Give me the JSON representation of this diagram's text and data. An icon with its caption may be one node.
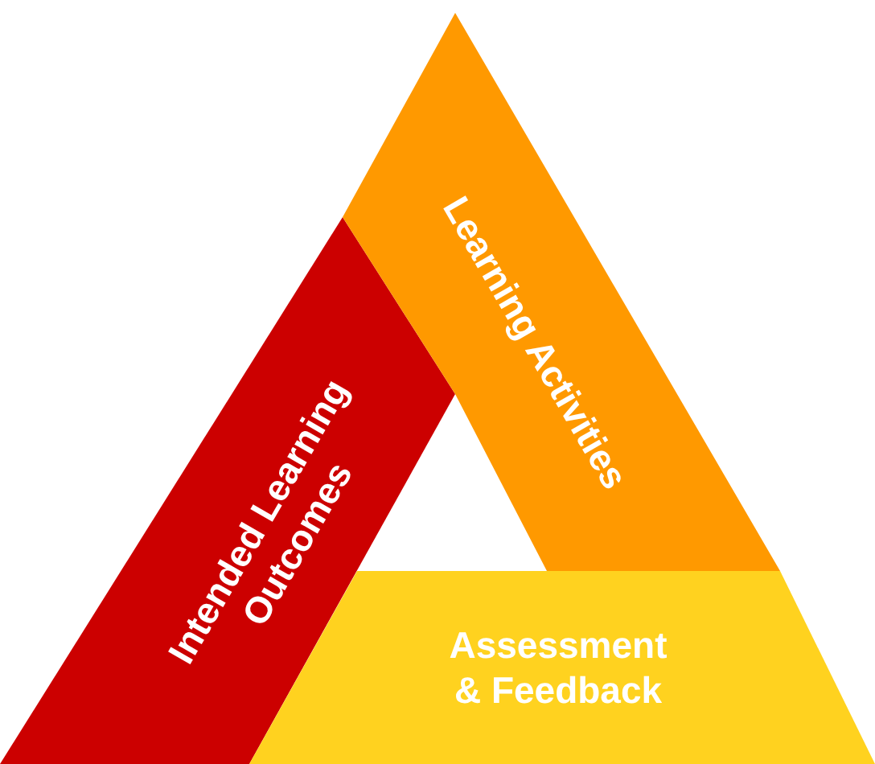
{
  "diagram": {
    "nodes": [
      {
        "text": [
          "Intended Learning Outcomes"
        ]
      },
      {
        "text": [
          "Learning Activities"
        ]
      },
      {
        "text": [
          "Assessment & Feedback"
        ]
      }
    ]
  }
}
